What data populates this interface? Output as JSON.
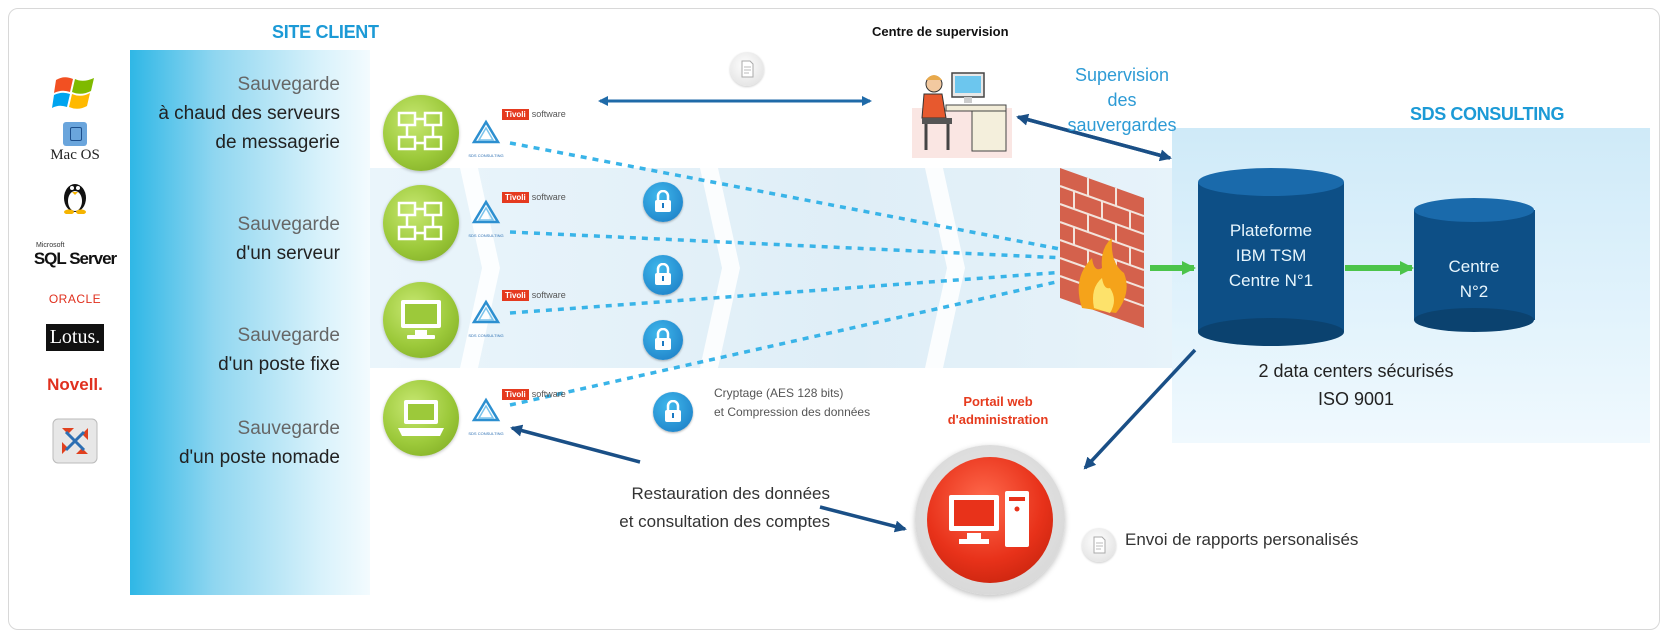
{
  "site_client": {
    "title": "SITE CLIENT"
  },
  "os_logos": {
    "macos": "Mac OS",
    "sqlserver_small": "Microsoft",
    "sqlserver": "SQL Server",
    "oracle": "ORACLE",
    "lotus": "Lotus.",
    "novell": "Novell."
  },
  "backups": [
    {
      "line1": "Sauvegarde",
      "line2a": "à chaud des serveurs",
      "line2b": "de messagerie"
    },
    {
      "line1": "Sauvegarde",
      "line2a": "d'un serveur"
    },
    {
      "line1": "Sauvegarde",
      "line2a": "d'un poste fixe"
    },
    {
      "line1": "Sauvegarde",
      "line2a": "d'un poste nomade"
    }
  ],
  "tivoli": {
    "brand": "Tivoli",
    "suffix": "software"
  },
  "sds_mini_label": "SDS CONSULTING",
  "supervision": {
    "title": "Centre de supervision",
    "label_line1": "Supervision",
    "label_line2": "des sauvergardes"
  },
  "sds_consulting": {
    "title": "SDS CONSULTING",
    "platform_line1": "Plateforme",
    "platform_line2": "IBM TSM",
    "platform_line3": "Centre N°1",
    "centre2_line1": "Centre",
    "centre2_line2": "N°2",
    "caption_line1": "2 data centers sécurisés",
    "caption_line2": "ISO 9001"
  },
  "crypt": {
    "line1": "Cryptage (AES 128 bits)",
    "line2": "et Compression des données"
  },
  "restauration": {
    "line1": "Restauration des données",
    "line2": "et consultation des comptes"
  },
  "portail": {
    "line1": "Portail web",
    "line2": "d'administration"
  },
  "rapports": "Envoi de rapports personalisés",
  "colors": {
    "accent_blue": "#1c9ad6",
    "client_green": "#9cc93a",
    "cylinder_blue": "#0d4f86",
    "portal_red": "#e8321a",
    "dashed_line": "#39b4e8"
  }
}
